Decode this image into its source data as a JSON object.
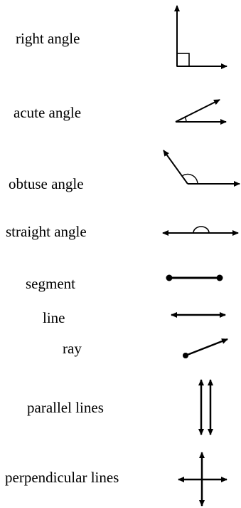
{
  "labels": {
    "right_angle": "right angle",
    "acute_angle": "acute angle",
    "obtuse_angle": "obtuse angle",
    "straight_angle": "straight angle",
    "segment": "segment",
    "line": "line",
    "ray": "ray",
    "parallel_lines": "parallel lines",
    "perpendicular_lines": "perpendicular lines"
  },
  "colors": {
    "ink": "#000000",
    "background": "#ffffff"
  }
}
